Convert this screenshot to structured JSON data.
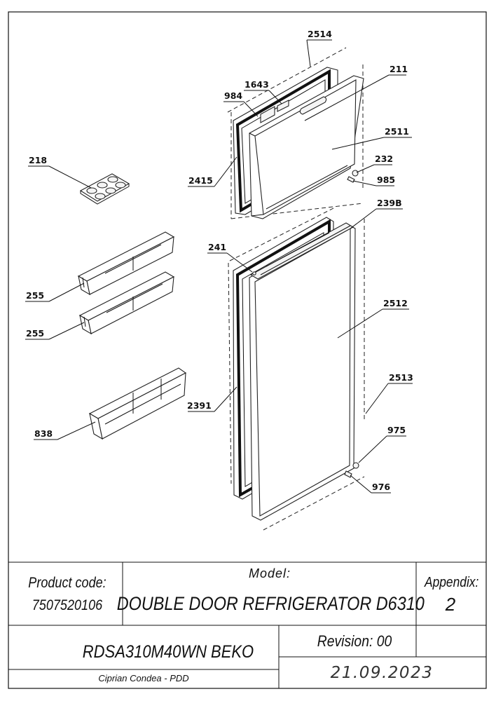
{
  "callouts": {
    "c2514": "2514",
    "c211": "211",
    "c1643": "1643",
    "c984": "984",
    "c2511": "2511",
    "c232": "232",
    "c985": "985",
    "c2415": "2415",
    "c218": "218",
    "c239b": "239B",
    "c241": "241",
    "c255a": "255",
    "c255b": "255",
    "c2512": "2512",
    "c2513": "2513",
    "c2391": "2391",
    "c838": "838",
    "c975": "975",
    "c976": "976"
  },
  "title_block": {
    "product_code_label": "Product code:",
    "product_code_value": "7507520106",
    "model_label": "Model:",
    "model_value": "DOUBLE DOOR REFRIGERATOR D6310",
    "appendix_label": "Appendix:",
    "appendix_value": "2",
    "model_code": "RDSA310M40WN BEKO",
    "revision": "Revision: 00",
    "author": "Ciprian Condea - PDD",
    "date": "21.09.2023"
  }
}
